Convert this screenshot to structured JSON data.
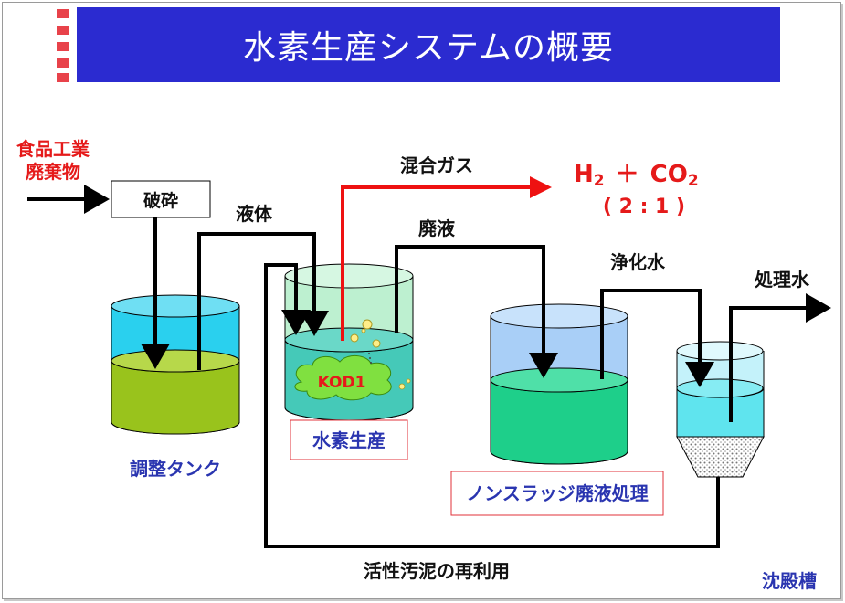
{
  "slide": {
    "title": "水素生産システムの概要"
  },
  "labels": {
    "input_line1": "食品工業",
    "input_line2": "廃棄物",
    "crusher": "破砕",
    "liquid": "液体",
    "mixed_gas": "混合ガス",
    "gas_formula_h": "H",
    "gas_formula_h_sub": "2",
    "gas_formula_plus": "＋",
    "gas_formula_co": "CO",
    "gas_formula_co_sub": "2",
    "gas_ratio": "( 2 : 1 )",
    "waste_liquid": "廃液",
    "purified_water": "浄化水",
    "treated_water": "処理水",
    "kod1": "KOD1",
    "adjust_tank": "調整タンク",
    "hydrogen_production": "水素生産",
    "non_sludge": "ノンスラッジ廃液処理",
    "sludge_reuse": "活性汚泥の再利用",
    "settling_tank": "沈殿槽"
  },
  "colors": {
    "title_bg": "#2b2bd0",
    "bullet": "#e8424a",
    "red_text": "#e51a1a",
    "blue_text": "#2a35b0",
    "gas_line": "#ee1111",
    "tank1_liquid": "#99c31c",
    "tank2_liquid": "#45c9b8",
    "tank3_liquid": "#1ecf8a",
    "tank4_liquid": "#5fe4ee",
    "cloud": "#80e040"
  }
}
